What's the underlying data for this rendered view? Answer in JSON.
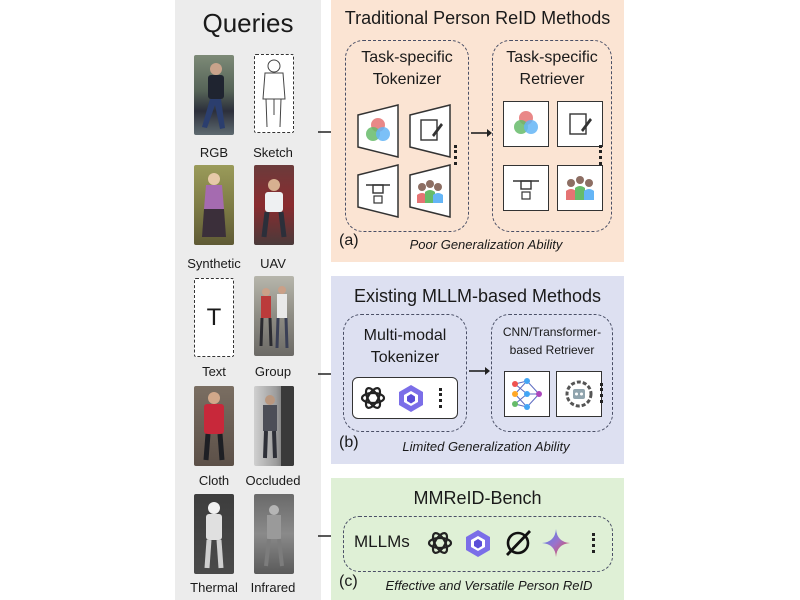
{
  "queries": {
    "title": "Queries",
    "items": [
      {
        "label": "RGB"
      },
      {
        "label": "Sketch"
      },
      {
        "label": "Synthetic"
      },
      {
        "label": "UAV"
      },
      {
        "label": "Text",
        "glyph": "T"
      },
      {
        "label": "Group"
      },
      {
        "label": "Cloth"
      },
      {
        "label": "Occluded"
      },
      {
        "label": "Thermal"
      },
      {
        "label": "Infrared"
      }
    ]
  },
  "panel_a": {
    "title": "Traditional Person ReID Methods",
    "tokenizer": "Task-specific Tokenizer",
    "tokenizer_l1": "Task-specific",
    "tokenizer_l2": "Tokenizer",
    "retriever_l1": "Task-specific",
    "retriever_l2": "Retriever",
    "tag": "(a)",
    "caption": "Poor Generalization Ability",
    "bg": "#fbe4d3",
    "icons": [
      "rgb-venn-icon",
      "sketch-pencil-icon",
      "drone-icon",
      "group-people-icon"
    ]
  },
  "panel_b": {
    "title": "Existing MLLM-based Methods",
    "tokenizer_l1": "Multi-modal",
    "tokenizer_l2": "Tokenizer",
    "retriever_l1": "CNN/Transformer-",
    "retriever_l2": "based Retriever",
    "tag": "(b)",
    "caption": "Limited Generalization Ability",
    "bg": "#dde0f1",
    "icons": [
      "openai-icon",
      "qwen-icon",
      "neural-network-icon",
      "robot-gear-icon"
    ]
  },
  "panel_c": {
    "title": "MMReID-Bench",
    "mllms_label": "MLLMs",
    "tag": "(c)",
    "caption": "Effective and Versatile Person ReID",
    "bg": "#dff0d6",
    "icons": [
      "openai-icon",
      "qwen-icon",
      "grok-icon",
      "gemini-icon"
    ]
  },
  "colors": {
    "accent_border": "#4a4f66",
    "queries_bg": "#ececec"
  }
}
